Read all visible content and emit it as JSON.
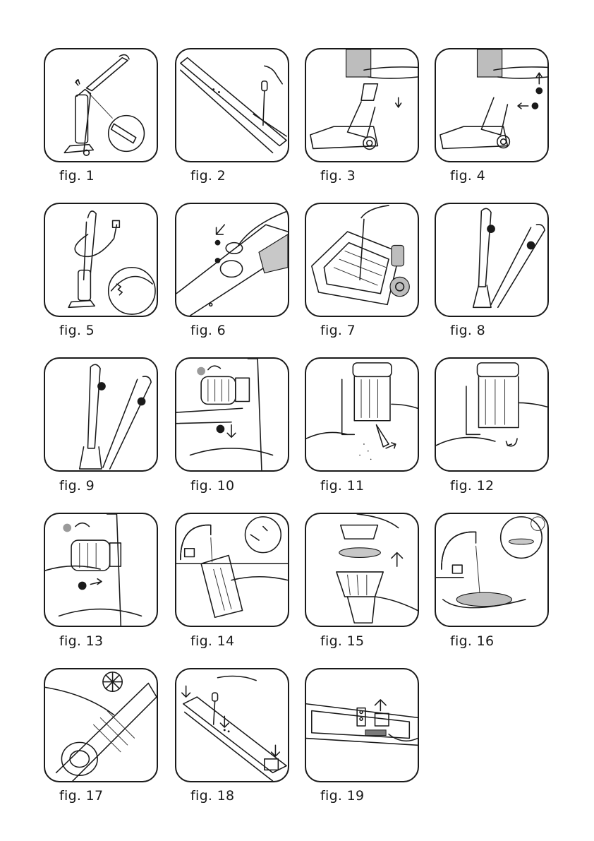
{
  "figures": [
    {
      "label": "fig. 1"
    },
    {
      "label": "fig. 2"
    },
    {
      "label": "fig. 3"
    },
    {
      "label": "fig. 4"
    },
    {
      "label": "fig. 5"
    },
    {
      "label": "fig. 6"
    },
    {
      "label": "fig. 7"
    },
    {
      "label": "fig. 8"
    },
    {
      "label": "fig. 9"
    },
    {
      "label": "fig. 10"
    },
    {
      "label": "fig. 11"
    },
    {
      "label": "fig. 12"
    },
    {
      "label": "fig. 13"
    },
    {
      "label": "fig. 14"
    },
    {
      "label": "fig. 15"
    },
    {
      "label": "fig. 16"
    },
    {
      "label": "fig. 17"
    },
    {
      "label": "fig. 18"
    },
    {
      "label": "fig. 19"
    }
  ]
}
